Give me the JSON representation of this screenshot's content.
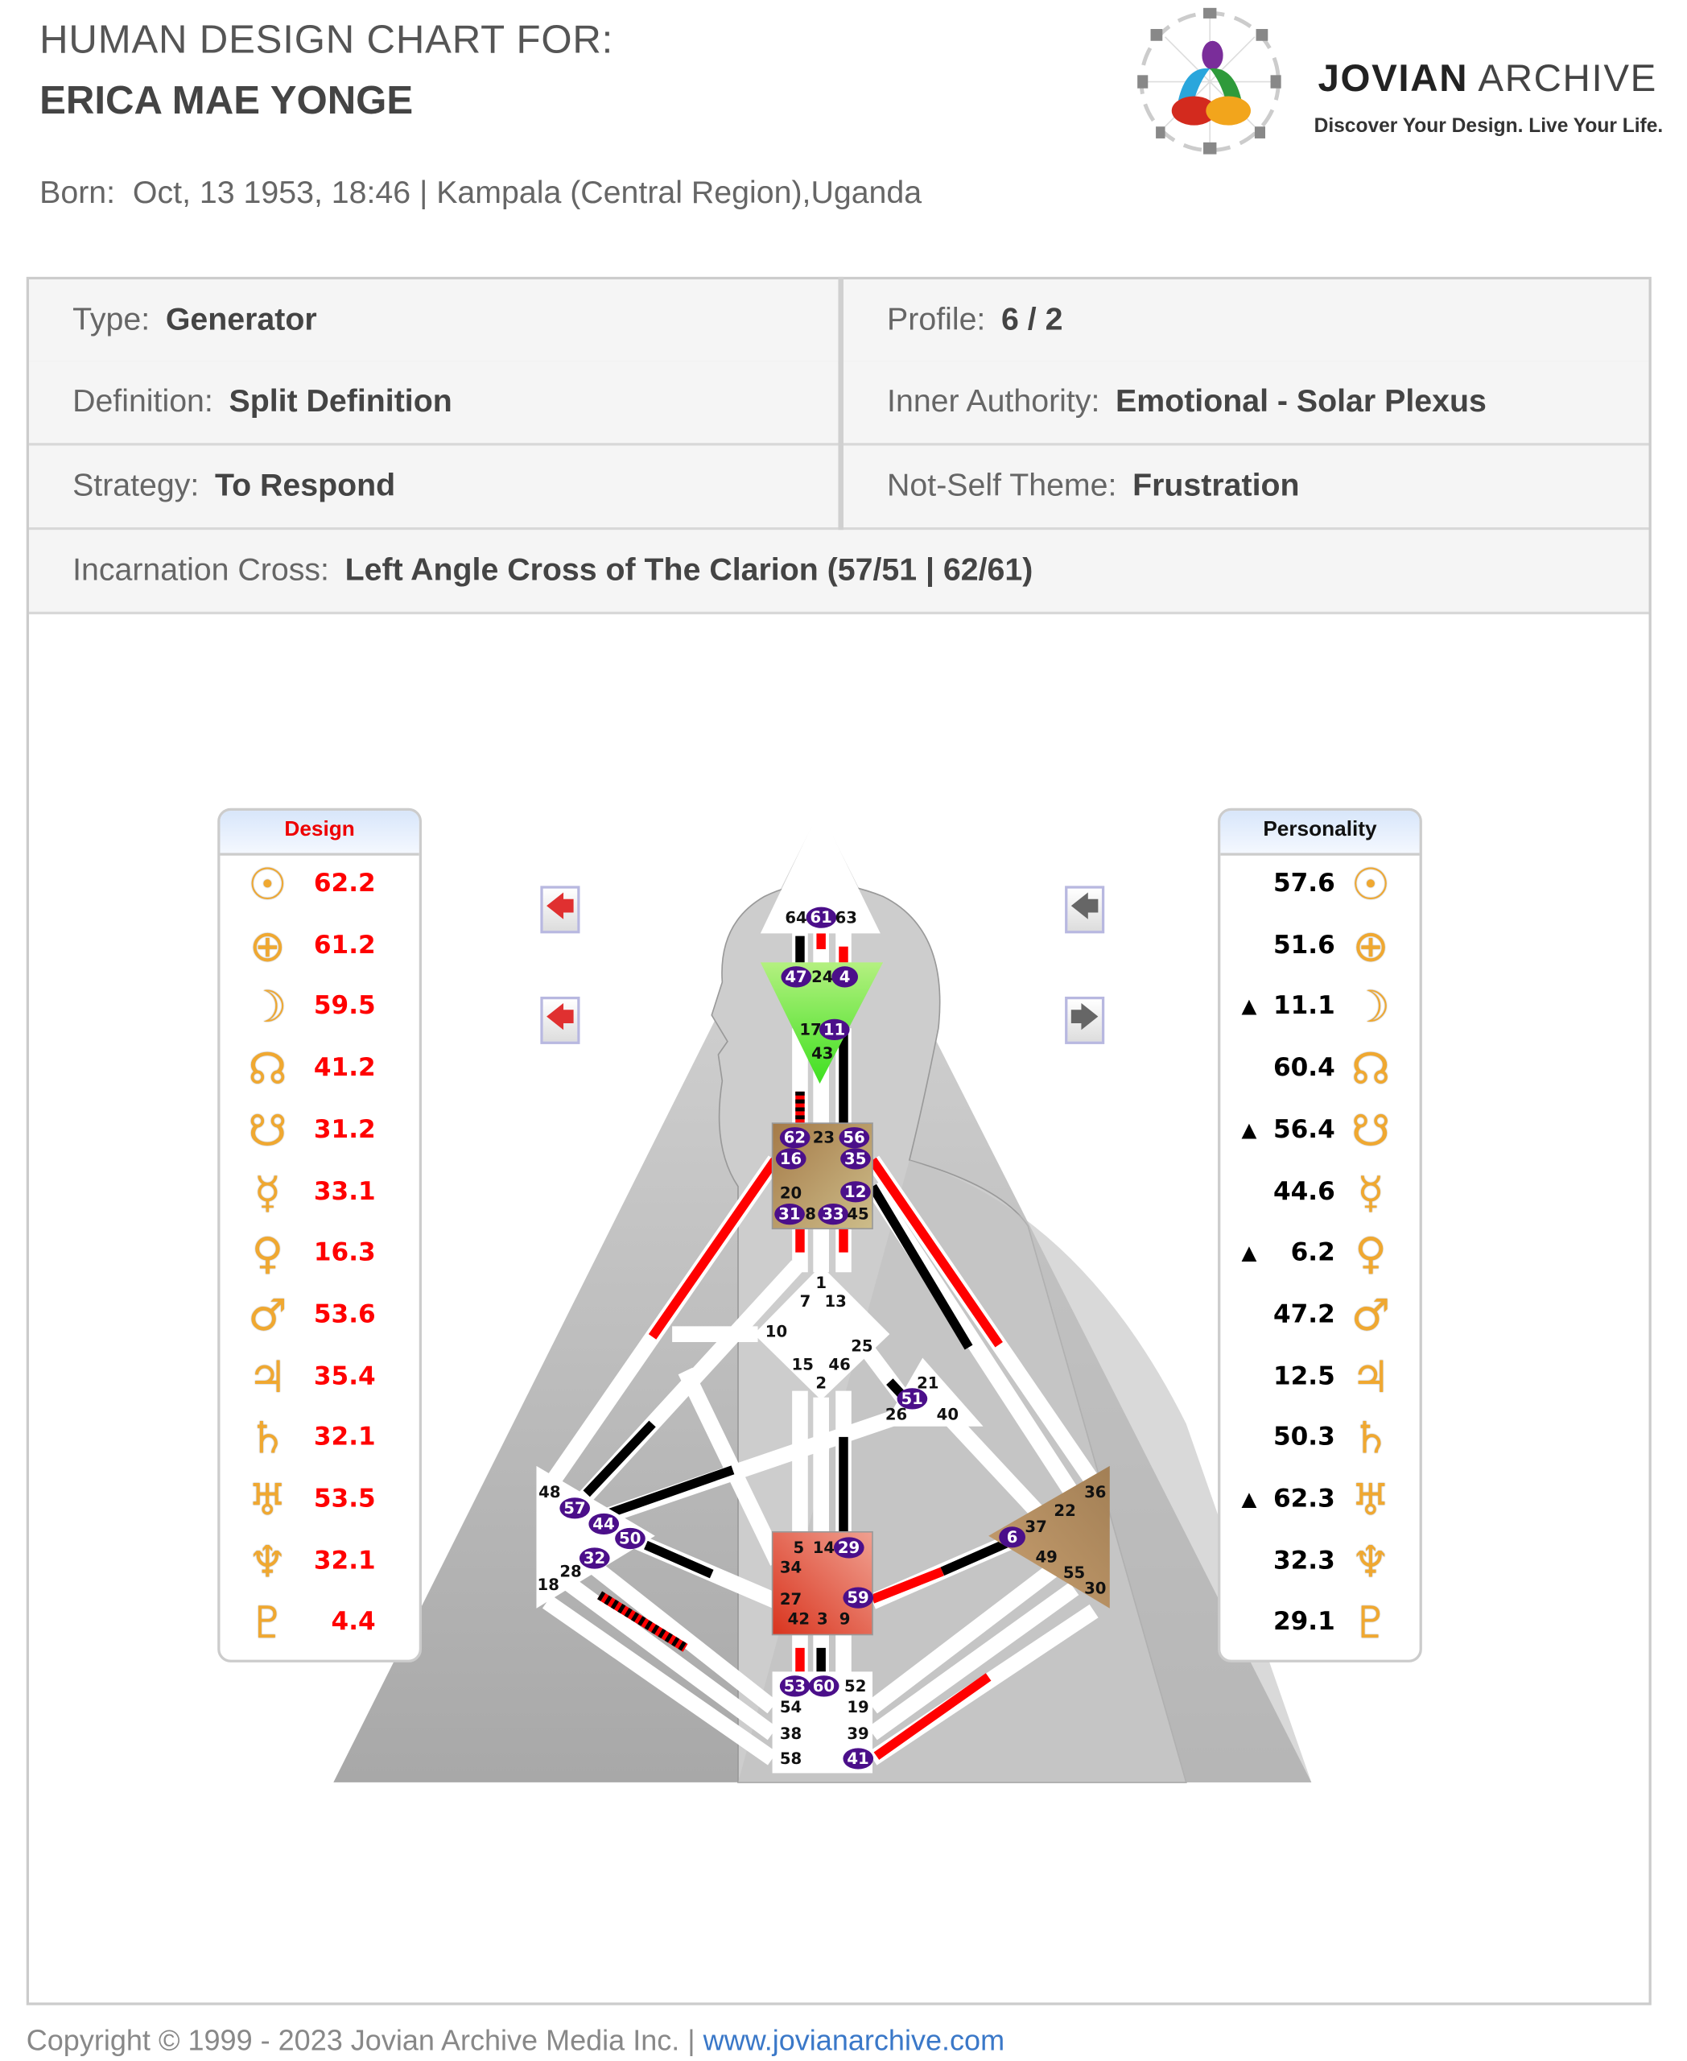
{
  "header": {
    "title": "HUMAN DESIGN CHART FOR:",
    "name": "ERICA MAE YONGE",
    "born_label": "Born:",
    "born_value": "Oct, 13 1953, 18:46 | Kampala (Central Region),Uganda",
    "brand_bold": "JOVIAN",
    "brand_light": "ARCHIVE",
    "tagline": "Discover Your Design. Live Your Life."
  },
  "info": {
    "type": {
      "label": "Type:",
      "value": "Generator"
    },
    "profile": {
      "label": "Profile:",
      "value": "6 / 2"
    },
    "definition": {
      "label": "Definition:",
      "value": "Split Definition"
    },
    "authority": {
      "label": "Inner Authority:",
      "value": "Emotional - Solar Plexus"
    },
    "strategy": {
      "label": "Strategy:",
      "value": "To Respond"
    },
    "not_self": {
      "label": "Not-Self Theme:",
      "value": "Frustration"
    },
    "cross": {
      "label": "Incarnation Cross:",
      "value": "Left Angle Cross of The Clarion (57/51 | 62/61)"
    }
  },
  "design": {
    "title": "Design",
    "color": "#ff0000",
    "planets": [
      {
        "icon": "sun-icon",
        "glyph": "☉",
        "value": "62.2"
      },
      {
        "icon": "earth-icon",
        "glyph": "⊕",
        "value": "61.2"
      },
      {
        "icon": "moon-icon",
        "glyph": "☽",
        "value": "59.5"
      },
      {
        "icon": "north-node-icon",
        "glyph": "☊",
        "value": "41.2"
      },
      {
        "icon": "south-node-icon",
        "glyph": "☋",
        "value": "31.2"
      },
      {
        "icon": "mercury-icon",
        "glyph": "☿",
        "value": "33.1"
      },
      {
        "icon": "venus-icon",
        "glyph": "♀",
        "value": "16.3"
      },
      {
        "icon": "mars-icon",
        "glyph": "♂",
        "value": "53.6"
      },
      {
        "icon": "jupiter-icon",
        "glyph": "♃",
        "value": "35.4"
      },
      {
        "icon": "saturn-icon",
        "glyph": "♄",
        "value": "32.1"
      },
      {
        "icon": "uranus-icon",
        "glyph": "♅",
        "value": "53.5"
      },
      {
        "icon": "neptune-icon",
        "glyph": "♆",
        "value": "32.1"
      },
      {
        "icon": "pluto-icon",
        "glyph": "♇",
        "value": "4.4"
      }
    ]
  },
  "personality": {
    "title": "Personality",
    "color": "#000000",
    "planets": [
      {
        "icon": "sun-icon",
        "glyph": "☉",
        "value": "57.6",
        "mark": ""
      },
      {
        "icon": "earth-icon",
        "glyph": "⊕",
        "value": "51.6",
        "mark": ""
      },
      {
        "icon": "moon-icon",
        "glyph": "☽",
        "value": "11.1",
        "mark": "▲"
      },
      {
        "icon": "north-node-icon",
        "glyph": "☊",
        "value": "60.4",
        "mark": ""
      },
      {
        "icon": "south-node-icon",
        "glyph": "☋",
        "value": "56.4",
        "mark": "▲"
      },
      {
        "icon": "mercury-icon",
        "glyph": "☿",
        "value": "44.6",
        "mark": ""
      },
      {
        "icon": "venus-icon",
        "glyph": "♀",
        "value": "6.2",
        "mark": "▲"
      },
      {
        "icon": "mars-icon",
        "glyph": "♂",
        "value": "47.2",
        "mark": ""
      },
      {
        "icon": "jupiter-icon",
        "glyph": "♃",
        "value": "12.5",
        "mark": ""
      },
      {
        "icon": "saturn-icon",
        "glyph": "♄",
        "value": "50.3",
        "mark": ""
      },
      {
        "icon": "uranus-icon",
        "glyph": "♅",
        "value": "62.3",
        "mark": "▲"
      },
      {
        "icon": "neptune-icon",
        "glyph": "♆",
        "value": "32.3",
        "mark": ""
      },
      {
        "icon": "pluto-icon",
        "glyph": "♇",
        "value": "29.1",
        "mark": ""
      }
    ]
  },
  "nav": {
    "left_arrow": "🡄",
    "right_arrow": "🡆"
  },
  "centers": {
    "head": [
      {
        "g": "64"
      },
      {
        "g": "61",
        "on": true
      },
      {
        "g": "63"
      }
    ],
    "ajna": [
      {
        "g": "47",
        "on": true
      },
      {
        "g": "24"
      },
      {
        "g": "4",
        "on": true
      },
      {
        "g": "17"
      },
      {
        "g": "11",
        "on": true
      },
      {
        "g": "43"
      }
    ],
    "throat": [
      {
        "g": "62",
        "on": true
      },
      {
        "g": "23"
      },
      {
        "g": "56",
        "on": true
      },
      {
        "g": "16",
        "on": true
      },
      {
        "g": "35",
        "on": true
      },
      {
        "g": "20"
      },
      {
        "g": "12",
        "on": true
      },
      {
        "g": "31",
        "on": true
      },
      {
        "g": "8"
      },
      {
        "g": "33",
        "on": true
      },
      {
        "g": "45"
      }
    ],
    "g": [
      {
        "g": "1"
      },
      {
        "g": "7"
      },
      {
        "g": "13"
      },
      {
        "g": "10"
      },
      {
        "g": "25"
      },
      {
        "g": "15"
      },
      {
        "g": "46"
      },
      {
        "g": "2"
      }
    ],
    "heart": [
      {
        "g": "21"
      },
      {
        "g": "51",
        "on": true
      },
      {
        "g": "26"
      },
      {
        "g": "40"
      }
    ],
    "spleen": [
      {
        "g": "48"
      },
      {
        "g": "57",
        "on": true
      },
      {
        "g": "44",
        "on": true
      },
      {
        "g": "50",
        "on": true
      },
      {
        "g": "32",
        "on": true
      },
      {
        "g": "28"
      },
      {
        "g": "18"
      }
    ],
    "solar_plexus": [
      {
        "g": "36"
      },
      {
        "g": "22"
      },
      {
        "g": "37"
      },
      {
        "g": "6",
        "on": true
      },
      {
        "g": "49"
      },
      {
        "g": "55"
      },
      {
        "g": "30"
      }
    ],
    "sacral": [
      {
        "g": "5"
      },
      {
        "g": "14"
      },
      {
        "g": "29",
        "on": true
      },
      {
        "g": "34"
      },
      {
        "g": "27"
      },
      {
        "g": "59",
        "on": true
      },
      {
        "g": "42"
      },
      {
        "g": "3"
      },
      {
        "g": "9"
      }
    ],
    "root": [
      {
        "g": "53",
        "on": true
      },
      {
        "g": "60",
        "on": true
      },
      {
        "g": "52"
      },
      {
        "g": "54"
      },
      {
        "g": "19"
      },
      {
        "g": "38"
      },
      {
        "g": "39"
      },
      {
        "g": "58"
      },
      {
        "g": "41",
        "on": true
      }
    ]
  },
  "footer": {
    "copyright": "Copyright © 1999 - 2023 Jovian Archive Media Inc.  |",
    "link": "www.jovianarchive.com"
  }
}
